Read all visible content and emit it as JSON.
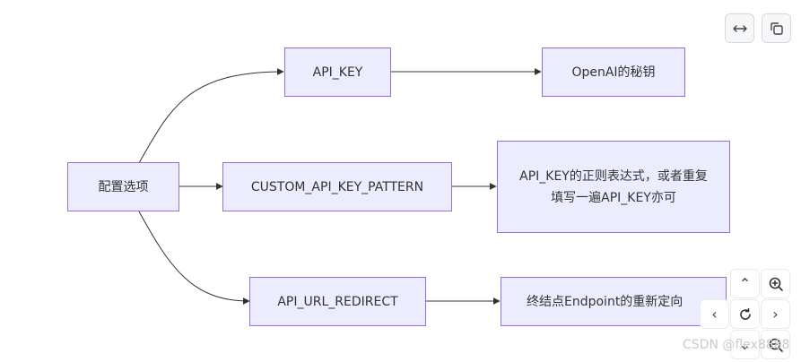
{
  "nodes": {
    "config_options": "配置选项",
    "api_key": "API_KEY",
    "custom_pattern": "CUSTOM_API_KEY_PATTERN",
    "api_url_redirect": "API_URL_REDIRECT",
    "openai_key": "OpenAI的秘钥",
    "pattern_desc": "API_KEY的正则表达式，或者重复填写一遍API_KEY亦可",
    "endpoint_redirect": "终结点Endpoint的重新定向"
  },
  "controls": {
    "expand_icon": "arrows-horizontal-icon",
    "copy_icon": "copy-icon",
    "zoom_in_icon": "zoom-in-icon",
    "zoom_out_icon": "zoom-out-icon",
    "reset_icon": "reset-icon",
    "pan_up_icon": "chevron-up-icon",
    "pan_down_icon": "chevron-down-icon",
    "pan_left_icon": "chevron-left-icon",
    "pan_right_icon": "chevron-right-icon"
  },
  "watermark": "CSDN @flex8888",
  "colors": {
    "node_fill": "#ececff",
    "node_border": "#9370db",
    "edge": "#333333"
  }
}
